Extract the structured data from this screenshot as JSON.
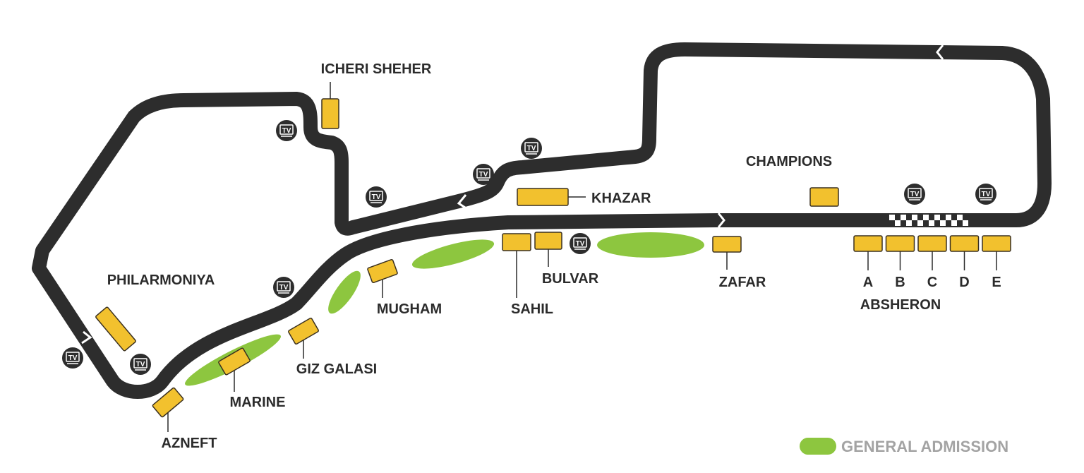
{
  "colors": {
    "track": "#2d2d2d",
    "stand": "#f2c12e",
    "general_admission": "#8dc63f",
    "legend_text": "#a3a3a3"
  },
  "tv_label": "TV",
  "stands": {
    "icheri_sheher": "ICHERI SHEHER",
    "khazar": "KHAZAR",
    "champions": "CHAMPIONS",
    "zafar": "ZAFAR",
    "bulvar": "BULVAR",
    "sahil": "SAHIL",
    "mugham": "MUGHAM",
    "giz_galasi": "GIZ GALASI",
    "marine": "MARINE",
    "azneft": "AZNEFT",
    "philarmoniya": "PHILARMONIYA",
    "absheron": {
      "name": "ABSHERON",
      "sections": [
        "A",
        "B",
        "C",
        "D",
        "E"
      ]
    }
  },
  "legend": {
    "general_admission": "GENERAL ADMISSION"
  }
}
